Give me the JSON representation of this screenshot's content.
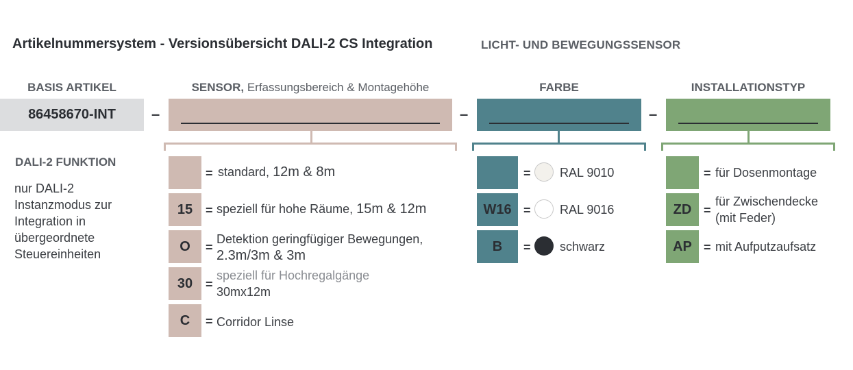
{
  "title": "Artikelnummersystem - Versionsübersicht DALI-2 CS Integration",
  "subtitle": "LICHT- UND BEWEGUNGSSENSOR",
  "colors": {
    "basis": "#dcdddf",
    "sensor": "#cfbab2",
    "farbe": "#50828c",
    "install": "#7fa675",
    "ral9010": "#f3f1ec",
    "ral9016": "#ffffff",
    "schwarz": "#2b2e33"
  },
  "basis": {
    "header": "BASIS ARTIKEL",
    "value": "86458670-INT",
    "dash": "–"
  },
  "dali": {
    "header": "DALI-2 FUNKTION",
    "lines": [
      "nur DALI-2",
      "Instanzmodus zur",
      "Integration in",
      "übergeordnete",
      "Steuereinheiten"
    ]
  },
  "sensor": {
    "header_bold": "SENSOR,",
    "header_rest": " Erfassungsbereich & Montagehöhe",
    "dash": "–",
    "eq": "=",
    "options": [
      {
        "code": "",
        "desc": "standard, ",
        "desc_big": "12m & 8m"
      },
      {
        "code": "15",
        "desc": "speziell für hohe Räume, ",
        "desc_big": "15m & 12m"
      },
      {
        "code": "O",
        "line1": "Detektion geringfügiger Bewegungen,",
        "line2": "2.3m/3m & 3m"
      },
      {
        "code": "30",
        "line1": "speziell für Hochregalgänge",
        "line2": "30mx12m"
      },
      {
        "code": "C",
        "desc": "Corridor Linse"
      }
    ]
  },
  "farbe": {
    "header": "FARBE",
    "dash": "–",
    "eq": "=",
    "options": [
      {
        "code": "",
        "desc": "RAL 9010",
        "swatch": "ral9010"
      },
      {
        "code": "W16",
        "desc": "RAL 9016",
        "swatch": "ral9016"
      },
      {
        "code": "B",
        "desc": "schwarz",
        "swatch": "schwarz"
      }
    ]
  },
  "install": {
    "header": "INSTALLATIONSTYP",
    "eq": "=",
    "options": [
      {
        "code": "",
        "desc": "für Dosenmontage"
      },
      {
        "code": "ZD",
        "line1": "für Zwischendecke",
        "line2": "(mit Feder)"
      },
      {
        "code": "AP",
        "desc": "mit Aufputzaufsatz"
      }
    ]
  }
}
